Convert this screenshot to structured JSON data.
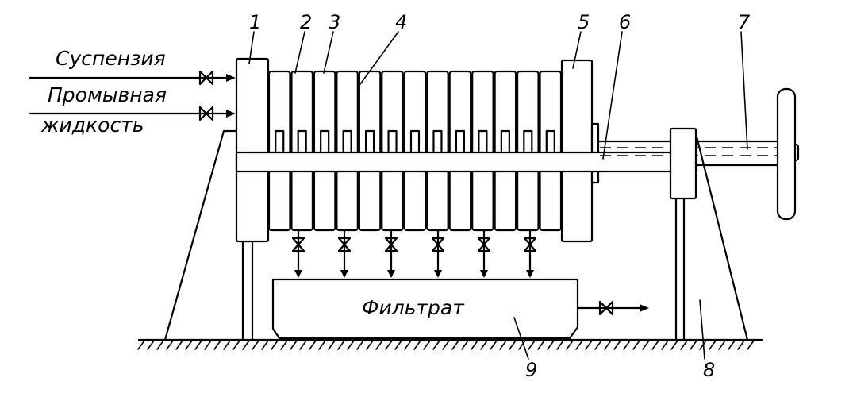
{
  "labels": {
    "suspension": "Суспензия",
    "wash_liquid_line1": "Промывная",
    "wash_liquid_line2": "жидкость",
    "filtrate": "Фильтрат"
  },
  "callouts": [
    "1",
    "2",
    "3",
    "4",
    "5",
    "6",
    "7",
    "8",
    "9"
  ]
}
